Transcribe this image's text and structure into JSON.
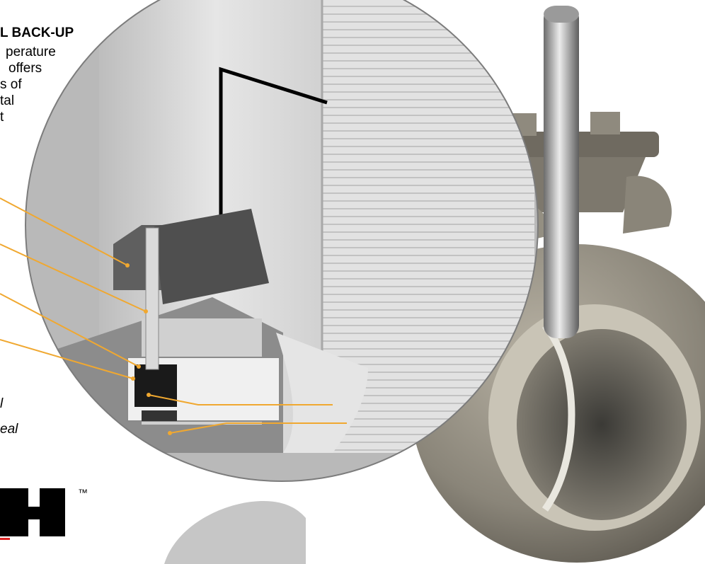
{
  "heading": "L BACK-UP",
  "paragraph_lines": [
    "perature",
    "offers",
    "s  of",
    "tal",
    "t"
  ],
  "callouts": {
    "seal_1": "l",
    "seal_2": "eal"
  },
  "trademark": "™",
  "colors": {
    "leader_line": "#f0a830",
    "background": "#ffffff",
    "metal_light": "#d9d9d9",
    "metal_dark": "#5a5a5a",
    "valve_body": "#8a8579"
  },
  "icons": {
    "valve": "butterfly-valve-icon",
    "logo_fragment": "logo-h-icon"
  }
}
